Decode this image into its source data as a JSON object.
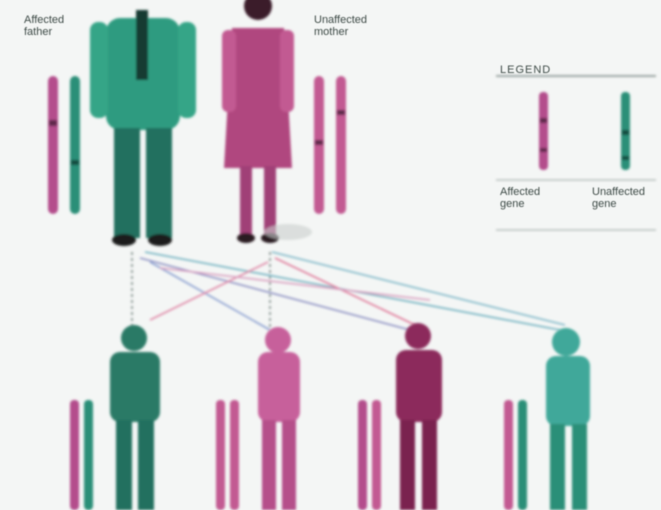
{
  "labels": {
    "father": "Affected\nfather",
    "mother": "Unaffected\nmother",
    "legend_title": "LEGEND",
    "legend_affected": "Affected\ngene",
    "legend_unaffected": "Unaffected\ngene"
  },
  "people": [
    {
      "role": "father",
      "generation": 1,
      "color": "#2f9b80"
    },
    {
      "role": "mother",
      "generation": 1,
      "color": "#b0467f"
    },
    {
      "role": "child-1",
      "generation": 2,
      "color": "#2a7a66"
    },
    {
      "role": "child-2",
      "generation": 2,
      "color": "#c7609b"
    },
    {
      "role": "child-3",
      "generation": 2,
      "color": "#8c2a5c"
    },
    {
      "role": "child-4",
      "generation": 2,
      "color": "#3fa89a"
    }
  ],
  "colors": {
    "affected": "#b44d8c",
    "unaffected": "#2b8f78",
    "background": "#f4f6f5"
  }
}
